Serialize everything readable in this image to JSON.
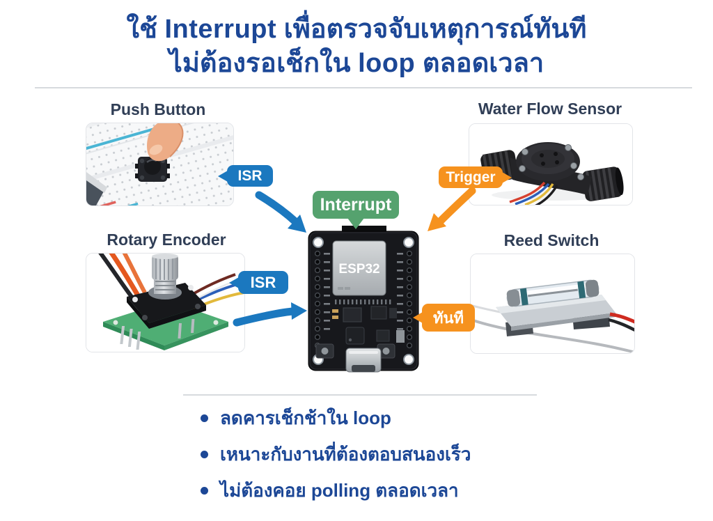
{
  "title": {
    "l1_pre": "ใช้ ",
    "l1_bold": "Interrupt",
    "l1_post": " เพื่อตรวจจับเหตุการณ์ทันที",
    "l2_pre": "ไม่ต้อง",
    "l2_bold1": "รอ",
    "l2_mid": "เช็กใน ",
    "l2_bold2": "loop",
    "l2_post": " ตลอดเวลา"
  },
  "panels": {
    "push_button": {
      "label": "Push Button"
    },
    "water_flow": {
      "label": "Water Flow Sensor"
    },
    "rotary_encoder": {
      "label": "Rotary Encoder"
    },
    "reed_switch": {
      "label": "Reed Switch"
    }
  },
  "badges": {
    "isr_push": "ISR",
    "trigger": "Trigger",
    "interrupt": "Interrupt",
    "isr_rotary": "ISR",
    "immediate": "ทันที"
  },
  "esp32": {
    "module_label": "ESP32"
  },
  "bullets": {
    "b1_pre": "ลดคารเช็กช้าใน ",
    "b1_bold": "loop",
    "b2": "เหนาะกับงานที่ต้องตอบสนองเร็ว",
    "b3": "ไม่ต้องคอย polling ตลอดเวลา"
  },
  "colors": {
    "navy": "#1c4796",
    "label_dark": "#303e56",
    "blue": "#1b78bf",
    "green": "#55a26e",
    "orange": "#f6921e",
    "divider": "#d7dade"
  }
}
